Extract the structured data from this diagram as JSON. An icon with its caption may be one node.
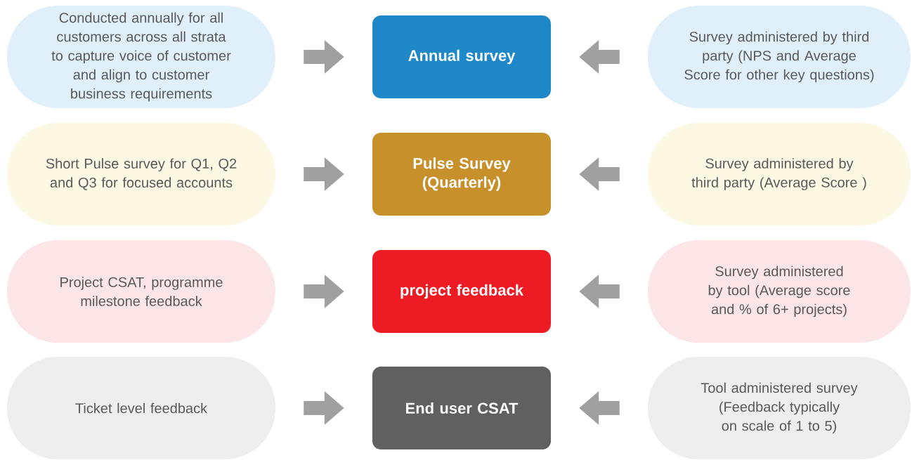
{
  "diagram": {
    "nodes": [
      {
        "text": [
          "Conducted annually for all customers across all strata to capture voice of customer and align to customer business requirements"
        ]
      },
      {
        "text": [
          "Annual survey"
        ]
      },
      {
        "text": [
          "Survey administered by third party  (NPS and Average Score for other key questions)"
        ]
      },
      {
        "text": [
          "Short Pulse survey for Q1, Q2 and Q3 for focused accounts"
        ]
      },
      {
        "text": [
          "Pulse Survey (Quarterly)"
        ]
      },
      {
        "text": [
          "Survey administered by third party  (Average Score )"
        ]
      },
      {
        "text": [
          "Project CSAT, programme milestone feedback"
        ]
      },
      {
        "text": [
          "project feedback"
        ]
      },
      {
        "text": [
          "Survey administered by tool (Average score and % of 6+ projects)"
        ]
      },
      {
        "text": [
          "Ticket level feedback"
        ]
      },
      {
        "text": [
          "End user CSAT"
        ]
      },
      {
        "text": [
          "Tool administered survey (Feedback typically on scale of 1 to 5)"
        ]
      }
    ],
    "edges": [
      {
        "from": 0,
        "to": 1,
        "arrow": "to"
      },
      {
        "from": 2,
        "to": 1,
        "arrow": "to"
      },
      {
        "from": 3,
        "to": 4,
        "arrow": "to"
      },
      {
        "from": 5,
        "to": 4,
        "arrow": "to"
      },
      {
        "from": 6,
        "to": 7,
        "arrow": "to"
      },
      {
        "from": 8,
        "to": 7,
        "arrow": "to"
      },
      {
        "from": 9,
        "to": 10,
        "arrow": "to"
      },
      {
        "from": 11,
        "to": 10,
        "arrow": "to"
      }
    ]
  }
}
